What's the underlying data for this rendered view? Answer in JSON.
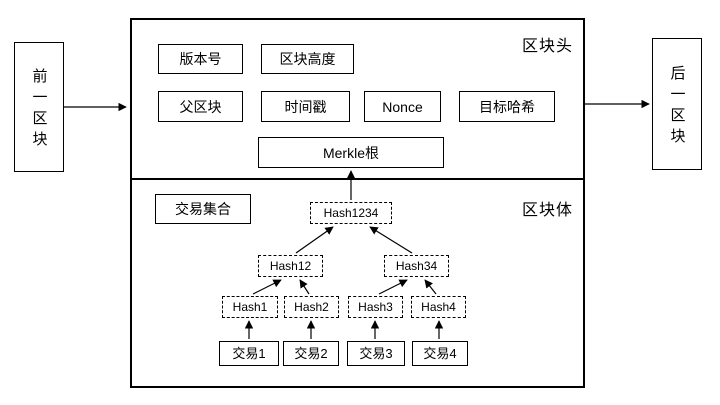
{
  "diagram": {
    "prev_block": "前一区块",
    "next_block": "后一区块",
    "header": {
      "title": "区块头",
      "version": "版本号",
      "height": "区块高度",
      "parent": "父区块",
      "timestamp": "时间戳",
      "nonce": "Nonce",
      "target_hash": "目标哈希",
      "merkle_root": "Merkle根"
    },
    "body": {
      "title": "区块体",
      "tx_set": "交易集合",
      "tree": {
        "root": "Hash1234",
        "internal": [
          "Hash12",
          "Hash34"
        ],
        "leaves": [
          "Hash1",
          "Hash2",
          "Hash3",
          "Hash4"
        ],
        "transactions": [
          "交易1",
          "交易2",
          "交易3",
          "交易4"
        ]
      }
    }
  },
  "colors": {
    "line": "#000000",
    "background": "#ffffff"
  }
}
